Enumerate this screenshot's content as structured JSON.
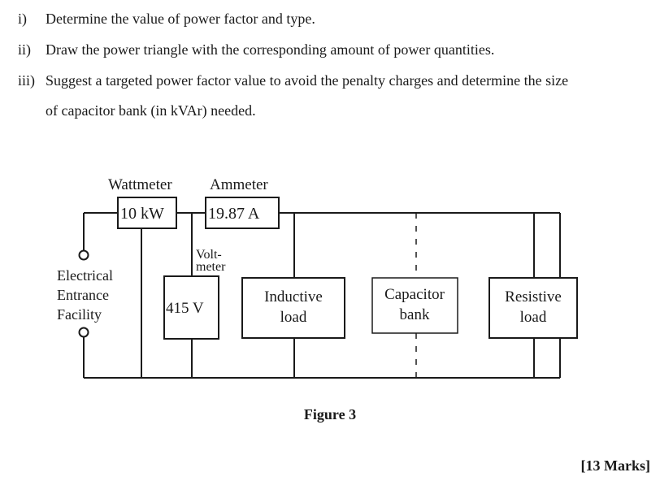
{
  "questions": [
    {
      "num": "i)",
      "text": "Determine the value of power factor and type."
    },
    {
      "num": "ii)",
      "text": "Draw the power triangle with the corresponding amount of power quantities."
    },
    {
      "num": "iii)",
      "text": "Suggest a targeted power factor value to avoid the penalty charges and determine the size",
      "continuation": "of capacitor bank (in kVAr) needed."
    }
  ],
  "figure": {
    "wattmeter_label": "Wattmeter",
    "wattmeter_reading": "10 kW",
    "ammeter_label": "Ammeter",
    "ammeter_reading": "19.87 A",
    "voltmeter_label_line1": "Volt-",
    "voltmeter_label_line2": "meter",
    "voltmeter_reading": "415 V",
    "source_label_line1": "Electrical",
    "source_label_line2": "Entrance",
    "source_label_line3": "Facility",
    "inductive_line1": "Inductive",
    "inductive_line2": "load",
    "capacitor_line1": "Capacitor",
    "capacitor_line2": "bank",
    "resistive_line1": "Resistive",
    "resistive_line2": "load",
    "caption": "Figure 3"
  },
  "marks": "[13 Marks]"
}
